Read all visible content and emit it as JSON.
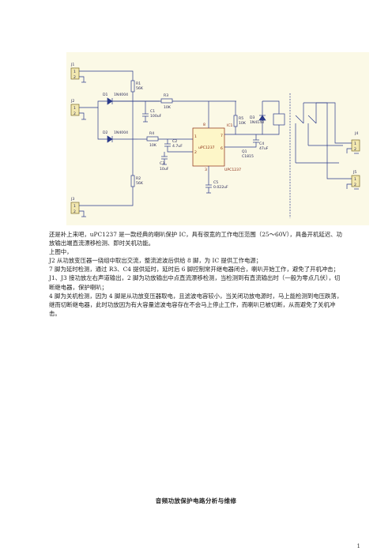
{
  "schematic": {
    "connectors": [
      "J1",
      "J2",
      "J3",
      "J4",
      "J5"
    ],
    "pins": [
      "1",
      "2"
    ],
    "ic": {
      "name": "uPC1237",
      "ref": "IC1",
      "part": "UPC1237",
      "pin8": "8",
      "pin1": "1",
      "pin6": "6",
      "pin7": "7",
      "pin2": "2",
      "pin3": "3"
    },
    "components": {
      "r1": "R1",
      "r1v": "56K",
      "r2": "R2",
      "r2v": "56K",
      "r3": "R3",
      "r3v": "10K",
      "r4": "R4",
      "r4v": "10K",
      "r5": "R5",
      "r5v": "10K",
      "c1": "C1",
      "c1v": "100uF",
      "c2": "C2",
      "c2v": "4.7uF",
      "c3": "C3",
      "c3v": "10uF",
      "c4": "C4",
      "c4v": "47uF",
      "c5": "C5",
      "c5v": "0.022uF",
      "d1": "D1",
      "d1v": "1N4004",
      "d2": "D2",
      "d2v": "1N4004",
      "d3": "D3",
      "d3v": "1N4148",
      "q1": "Q1",
      "q1v": "C1815"
    }
  },
  "text": {
    "p1": "还是补上来吧，uPC1237 是一款经典的喇叭保护 IC，具有很宽的工作电压范围（25～60V），具备开机延迟、功放输出端直流漂移检测、即时关机功能。",
    "p2": "上图中，",
    "p3": "J2 从功放变压器一绕组中取出交流，整流滤波后供给 8 脚，为 IC 提供工作电源；",
    "p4": "7 脚为延时检测，通过 R3、C4 提供延时，延时后 6 脚控制常开继电器闭合，喇叭开始工作，避免了开机冲击；",
    "p5": "J1、J3 接功放左右声道输出，2 脚为功放输出中点直流漂移检测，当检测到有直流输出时（一般为零点几伏），切断继电器，保护喇叭；",
    "p6": "4 脚为关机检测，因为 4 脚是从功放变压器取电，且滤波电容较小，当关闭功放电源时，马上能检测到电压跌落，继而切断继电器，此时功放因为有大容量滤波电容存在不会马上停止工作，而喇叭已被切断，从而避免了关机冲击。"
  },
  "footer": {
    "title": "音频功放保护电路分析与维修",
    "page": "1"
  }
}
